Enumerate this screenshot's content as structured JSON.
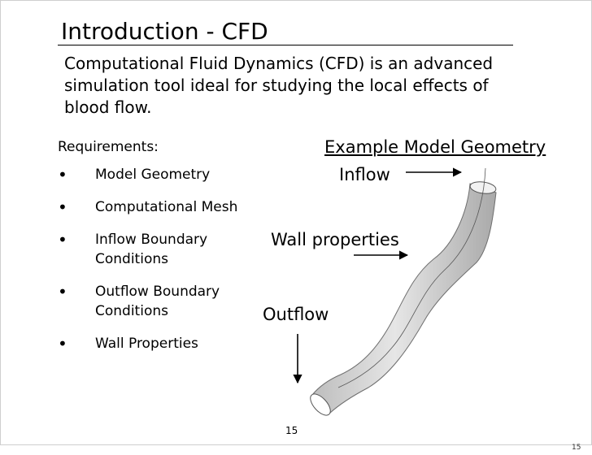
{
  "slide": {
    "title": "Introduction - CFD",
    "intro_text": "Computational Fluid Dynamics (CFD) is an advanced simulation tool ideal for studying the local effects of blood flow.",
    "requirements_label": "Requirements:",
    "bullet_glyph": "•",
    "requirements": [
      "Model Geometry",
      "Computational Mesh",
      "Inflow Boundary Conditions",
      "Outflow Boundary Conditions",
      "Wall Properties"
    ],
    "geometry_title": "Example Model Geometry",
    "labels": {
      "inflow": "Inflow",
      "wall": "Wall properties",
      "outflow": "Outflow"
    },
    "page_number": "15",
    "page_number_corner": "15"
  }
}
